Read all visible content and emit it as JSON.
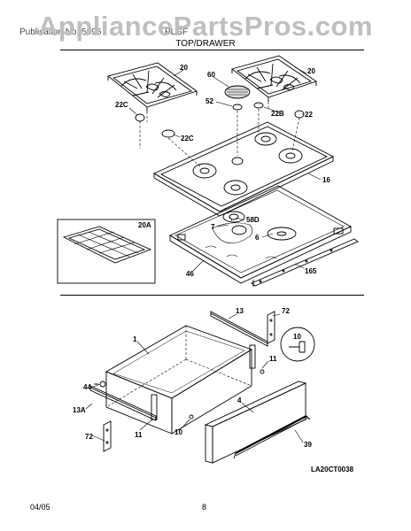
{
  "header": {
    "watermark": "AppliancePartsPros.com",
    "publication": "Publication No. 5995",
    "model": "PLGF",
    "section_title": "TOP/DRAWER"
  },
  "callouts": {
    "c20_left": "20",
    "c20_right": "20",
    "c60": "60",
    "c52": "52",
    "c22C_top": "22C",
    "c22B": "22B",
    "c22": "22",
    "c22C_bottom": "22C",
    "c16": "16",
    "c20A": "20A",
    "c58D": "58D",
    "c7": "7",
    "c6": "6",
    "c46": "46",
    "c165": "165",
    "c13": "13",
    "c72_top": "72",
    "c1": "1",
    "c10_circle": "10",
    "c11_right": "11",
    "c44": "44",
    "c4": "4",
    "c13A": "13A",
    "c10_bottom": "10",
    "c11_bottom": "11",
    "c72_bottom": "72",
    "c39": "39"
  },
  "drawing_code": "LA20CT0038",
  "footer": {
    "date": "04/05",
    "page": "8"
  }
}
